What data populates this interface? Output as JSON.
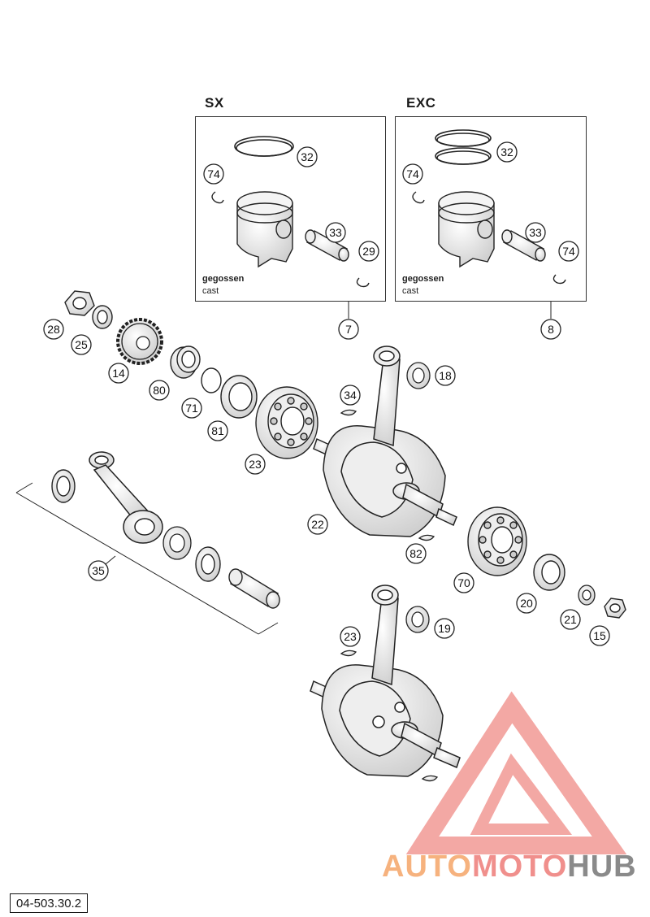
{
  "variants": [
    {
      "title": "SX",
      "note_de": "gegossen",
      "note_en": "cast",
      "ref": "7",
      "ring_ref": "32",
      "pin_ref": "33",
      "clip_ref": "74"
    },
    {
      "title": "EXC",
      "note_de": "gegossen",
      "note_en": "cast",
      "ref": "8",
      "ring_ref": "32",
      "pin_ref": "33",
      "clip_ref": "74"
    }
  ],
  "callouts": [
    "7",
    "8",
    "32",
    "33",
    "74",
    "29",
    "28",
    "25",
    "14",
    "80",
    "71",
    "81",
    "23",
    "34",
    "18",
    "22",
    "82",
    "70",
    "20",
    "21",
    "15",
    "35",
    "19"
  ],
  "document_code": "04-503.30.2",
  "watermark": {
    "part1": "AUTO",
    "part2": "MOTO",
    "part3": "HUB",
    "color_orange": "#f6b27e",
    "color_red": "#f08f8c",
    "color_grey": "#8a8a8a"
  }
}
